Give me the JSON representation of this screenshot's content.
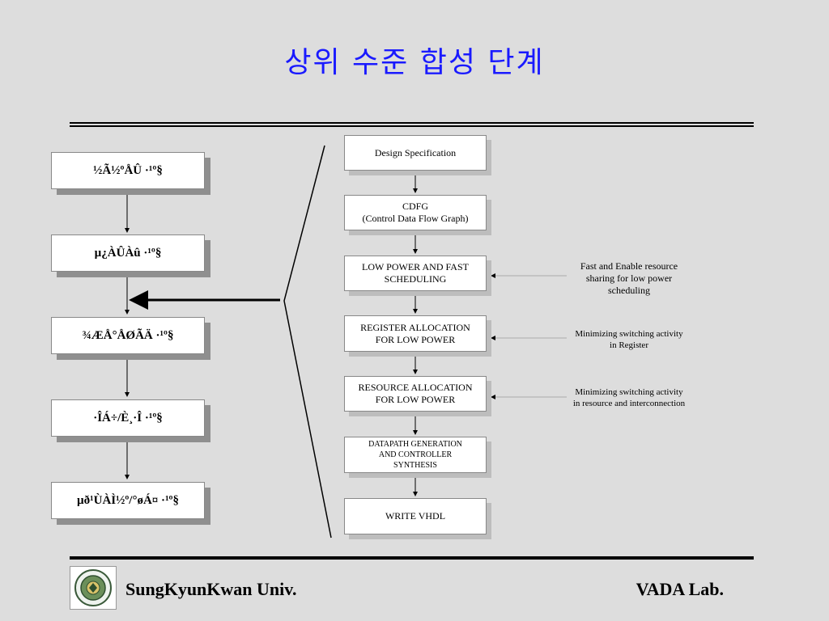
{
  "title": "상위 수준 합성 단계",
  "left_steps": [
    "½Ã½ºÅÛ  ·¹º§",
    "µ¿ÀÛÀû ·¹º§",
    "¾ÆÅ°ÅØÃÄ ·¹º§",
    "·ÎÁ÷/È¸·Î ·¹º§",
    "µð¹ÙÀÌ½º/°øÁ¤ ·¹º§"
  ],
  "flow_steps": [
    "Design Specification",
    "CDFG\n(Control Data Flow Graph)",
    "LOW POWER  AND FAST\nSCHEDULING",
    "REGISTER ALLOCATION\nFOR LOW POWER",
    "RESOURCE ALLOCATION\nFOR LOW POWER",
    "DATAPATH GENERATION\nAND CONTROLLER\nSYNTHESIS",
    "WRITE VHDL"
  ],
  "notes": [
    "Fast  and Enable  resource\nsharing for low power\nscheduling",
    "Minimizing switching activity\nin Register",
    "Minimizing switching activity\nin resource  and interconnection"
  ],
  "footer": {
    "left": "SungKyunKwan Univ.",
    "right": "VADA Lab."
  },
  "colors": {
    "title": "#1a1aff",
    "background": "#dddddd"
  },
  "logo_icon": "university-seal-icon"
}
